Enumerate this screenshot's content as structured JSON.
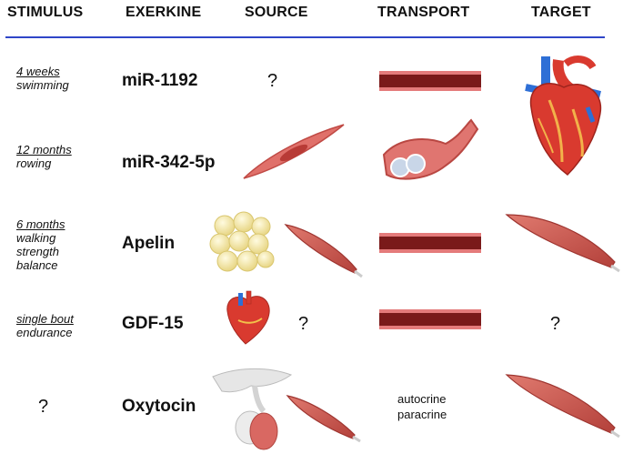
{
  "headers": {
    "stimulus": "STIMULUS",
    "exerkine": "EXERKINE",
    "source": "SOURCE",
    "transport": "TRANSPORT",
    "target": "TARGET"
  },
  "rows": [
    {
      "stimulus_lines": [
        "4 weeks",
        "swimming"
      ],
      "exerkine": "miR-1192",
      "source_unknown": "?"
    },
    {
      "stimulus_lines": [
        "12 months",
        "rowing"
      ],
      "exerkine": "miR-342-5p"
    },
    {
      "stimulus_lines": [
        "6 months",
        "walking",
        "strength",
        "balance"
      ],
      "exerkine": "Apelin"
    },
    {
      "stimulus_lines": [
        "single bout",
        "endurance"
      ],
      "exerkine": "GDF-15",
      "source_unknown": "?",
      "target_unknown": "?"
    },
    {
      "stimulus_unknown": "?",
      "exerkine": "Oxytocin",
      "transport_lines": [
        "autocrine",
        "paracrine"
      ]
    }
  ],
  "colors": {
    "rule": "#2f46c8",
    "vessel": "#7a1a1a",
    "muscle": "#c8504a",
    "fat": "#f3e7a3",
    "heart_red": "#d93a2f",
    "heart_blue": "#2e6fd6"
  },
  "icons": [
    "heart-icon",
    "blood-vessel-icon",
    "smooth-muscle-cell-icon",
    "vessel-with-exosomes-icon",
    "adipose-tissue-icon",
    "skeletal-muscle-icon",
    "pituitary-gland-icon"
  ]
}
